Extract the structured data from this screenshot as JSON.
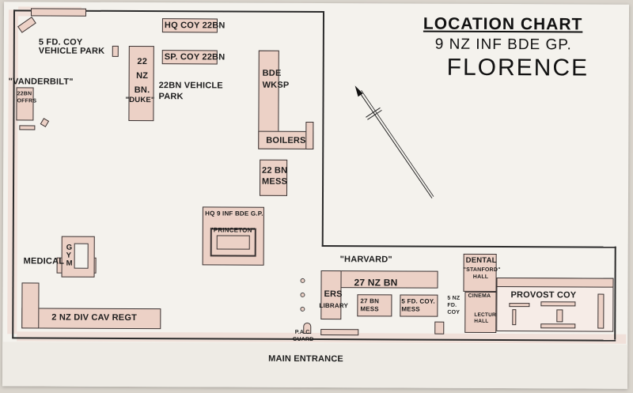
{
  "title": {
    "line1": "LOCATION CHART",
    "line2": "9 NZ INF BDE GP.",
    "line3": "FLORENCE"
  },
  "labels": {
    "fd_coy_vehicle_park": "5 FD. COY VEHICLE PARK",
    "hq_coy": "HQ COY 22BN",
    "sp_coy": "Sp. COY 22BN",
    "nz_22_bn": "22 NZ BN.",
    "duke": "\"DUKE\"",
    "bn22_vehicle_park": "22BN VEHICLE PARK",
    "vanderbilt": "\"VANDERBILT\"",
    "bn22_offrs": "22BN OFFRS",
    "bde_wksp": "BDE WKSP",
    "boilers": "BOILERS",
    "bn22_mess": "22 BN MESS",
    "hq9_inf_bde": "HQ 9 INF BDE G.P.",
    "princeton": "\"PRINCETON\"",
    "medical": "MEDICAL",
    "gym": "GYM",
    "div_cav": "2 NZ DIV CAV REGT",
    "harvard": "\"HARVARD\"",
    "nz_27_bn": "27 NZ BN",
    "ers": "ERS",
    "library": "LIBRARY",
    "bn27_mess": "27 BN MESS",
    "fd_coy_mess": "5 FD. COY. MESS",
    "dental": "DENTAL",
    "stanford_hall": "\"STANFORD\" HALL",
    "cinema": "CINEMA",
    "nz_5_fd_coy": "5 NZ FD. COY",
    "lecture_hall": "LECTURE HALL",
    "provost_coy": "PROVOST COY",
    "pac_guard": "P.A.C. GUARD",
    "main_entrance": "MAIN ENTRANCE"
  },
  "colors": {
    "paper": "#f4f2ed",
    "building": "#ecd1c6",
    "ink": "#1c1c1c"
  }
}
